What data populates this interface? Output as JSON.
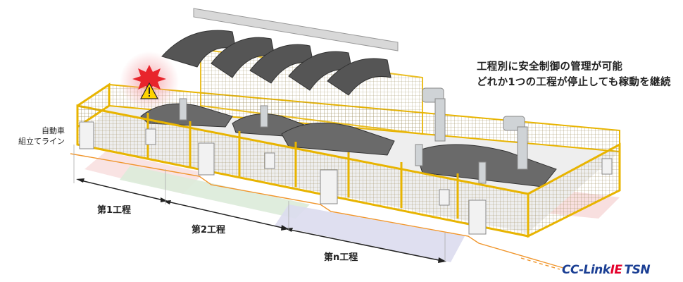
{
  "caption": {
    "line1": "工程別に安全制御の管理が可能",
    "line2": "どれか1つの工程が停止しても稼動を継続"
  },
  "line_label": {
    "line1": "自動車",
    "line2": "組立てライン"
  },
  "steps": [
    {
      "label": "第1工程"
    },
    {
      "label": "第2工程"
    },
    {
      "label": "第n工程"
    }
  ],
  "logo": {
    "cc": "CC-Link",
    "ie": "IE",
    "tsn": "TSN"
  },
  "icons": [
    "warning-icon",
    "robot-arm-icon",
    "control-panel-icon",
    "car-body-icon"
  ],
  "colors": {
    "fence": "#e8b400",
    "network": "#f0962d",
    "warning": "#e8242b",
    "logo_blue": "#1b3f94",
    "logo_red": "#e4002b"
  }
}
